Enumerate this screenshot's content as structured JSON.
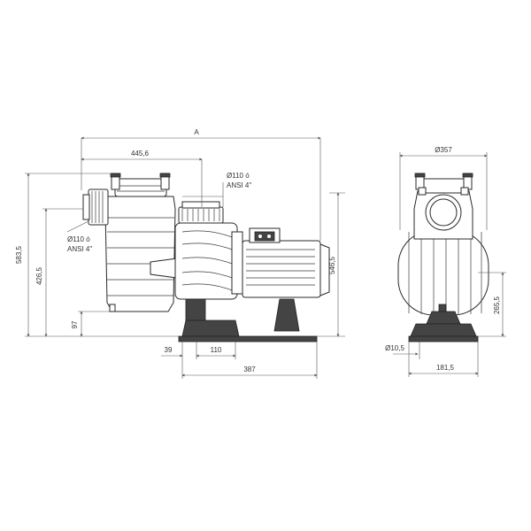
{
  "colors": {
    "line": "#2a2a2a",
    "dimension": "#555555",
    "base_fill": "#444444",
    "background": "#ffffff"
  },
  "dimensions": {
    "overall_length": "A",
    "prefilter_offset": "445,6",
    "outlet_diameter": "Ø110 ó",
    "outlet_standard": "ANSI 4\"",
    "inlet_diameter": "Ø110 ó",
    "inlet_standard": "ANSI 4\"",
    "total_height": "583,5",
    "inlet_height": "426,5",
    "base_height": "97",
    "outlet_height": "546,5",
    "foot_offset": "39",
    "foot_spacing": "110",
    "base_length": "387",
    "end_width": "Ø357",
    "end_height": "265,5",
    "bolt_hole": "Ø10,5",
    "foot_width": "181,5"
  }
}
